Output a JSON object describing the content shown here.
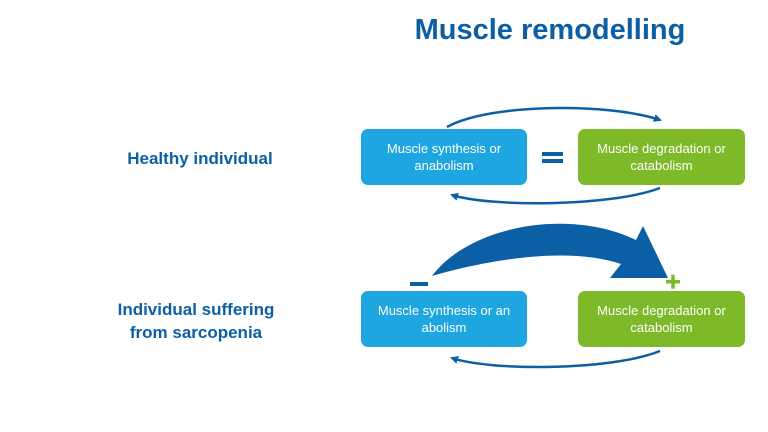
{
  "title": "Muscle remodelling",
  "colors": {
    "title": "#0b5fa5",
    "synthesis_box": "#1ea6e0",
    "degradation_box": "#7db928",
    "arrow": "#0b5fa5"
  },
  "rows": [
    {
      "label_lines": [
        "Healthy individual"
      ],
      "left_box": "Muscle synthesis or anabolism",
      "relation_symbol": "=",
      "right_box": "Muscle degradation or catabolism"
    },
    {
      "label_lines": [
        "Individual suffering",
        "from sarcopenia"
      ],
      "left_box": "Muscle synthesis or an abolism",
      "left_sign": "−",
      "right_box": "Muscle degradation or catabolism",
      "right_sign": "+"
    }
  ]
}
